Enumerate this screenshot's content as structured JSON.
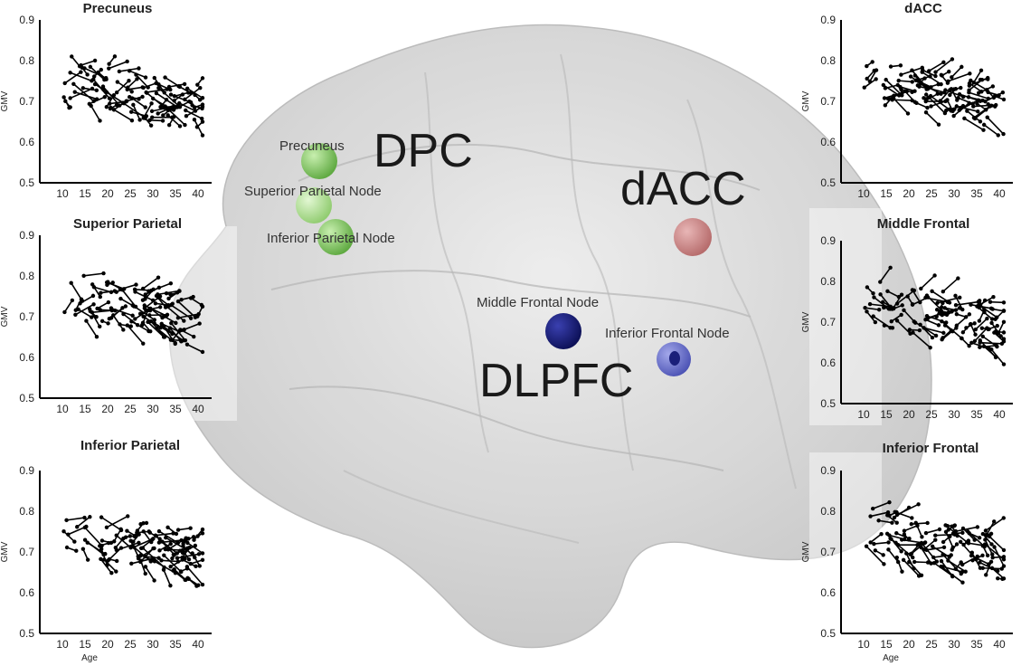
{
  "regions": [
    {
      "key": "dpc",
      "label": "DPC"
    },
    {
      "key": "dacc",
      "label": "dACC"
    },
    {
      "key": "dlpfc",
      "label": "DLPFC"
    }
  ],
  "nodes": [
    {
      "key": "precuneus",
      "label": "Precuneus",
      "color": "#7cc25a"
    },
    {
      "key": "superior_parietal",
      "label": "Superior Parietal Node",
      "color": "#a9d98e"
    },
    {
      "key": "inferior_parietal",
      "label": "Inferior Parietal Node",
      "color": "#6fb84e"
    },
    {
      "key": "dacc",
      "label": "",
      "color": "#c98484"
    },
    {
      "key": "middle_frontal",
      "label": "Middle Frontal Node",
      "color": "#1a1f7a"
    },
    {
      "key": "inferior_frontal",
      "label": "Inferior Frontal Node",
      "color": "#6a70c8"
    }
  ],
  "colors": {
    "brain_fill": "#d9d9d9",
    "brain_edge": "#bdbdbd",
    "points": "#000000"
  },
  "chart_data": [
    {
      "type": "scatter",
      "title": "Precuneus",
      "xlabel": "",
      "ylabel": "GMV",
      "xticks": [
        10,
        15,
        20,
        25,
        30,
        35,
        40
      ],
      "yticks": [
        0.5,
        0.6,
        0.7,
        0.8,
        0.9
      ],
      "xlim": [
        5,
        43
      ],
      "ylim": [
        0.5,
        0.9
      ],
      "seed": 11
    },
    {
      "type": "scatter",
      "title": "Superior Parietal",
      "xlabel": "",
      "ylabel": "GMV",
      "xticks": [
        10,
        15,
        20,
        25,
        30,
        35,
        40
      ],
      "yticks": [
        0.5,
        0.6,
        0.7,
        0.8,
        0.9
      ],
      "xlim": [
        5,
        43
      ],
      "ylim": [
        0.5,
        0.9
      ],
      "seed": 23
    },
    {
      "type": "scatter",
      "title": "Inferior Parietal",
      "xlabel": "Age",
      "ylabel": "GMV",
      "xticks": [
        10,
        15,
        20,
        25,
        30,
        35,
        40
      ],
      "yticks": [
        0.5,
        0.6,
        0.7,
        0.8,
        0.9
      ],
      "xlim": [
        5,
        43
      ],
      "ylim": [
        0.5,
        0.9
      ],
      "seed": 37
    },
    {
      "type": "scatter",
      "title": "dACC",
      "xlabel": "",
      "ylabel": "GMV",
      "xticks": [
        10,
        15,
        20,
        25,
        30,
        35,
        40
      ],
      "yticks": [
        0.5,
        0.6,
        0.7,
        0.8,
        0.9
      ],
      "xlim": [
        5,
        43
      ],
      "ylim": [
        0.5,
        0.9
      ],
      "seed": 41
    },
    {
      "type": "scatter",
      "title": "Middle Frontal",
      "xlabel": "",
      "ylabel": "GMV",
      "xticks": [
        10,
        15,
        20,
        25,
        30,
        35,
        40
      ],
      "yticks": [
        0.5,
        0.6,
        0.7,
        0.8,
        0.9
      ],
      "xlim": [
        5,
        43
      ],
      "ylim": [
        0.5,
        0.9
      ],
      "seed": 53
    },
    {
      "type": "scatter",
      "title": "Inferior Frontal",
      "xlabel": "Age",
      "ylabel": "GMV",
      "xticks": [
        10,
        15,
        20,
        25,
        30,
        35,
        40
      ],
      "yticks": [
        0.5,
        0.6,
        0.7,
        0.8,
        0.9
      ],
      "xlim": [
        5,
        43
      ],
      "ylim": [
        0.5,
        0.9
      ],
      "seed": 67
    }
  ]
}
